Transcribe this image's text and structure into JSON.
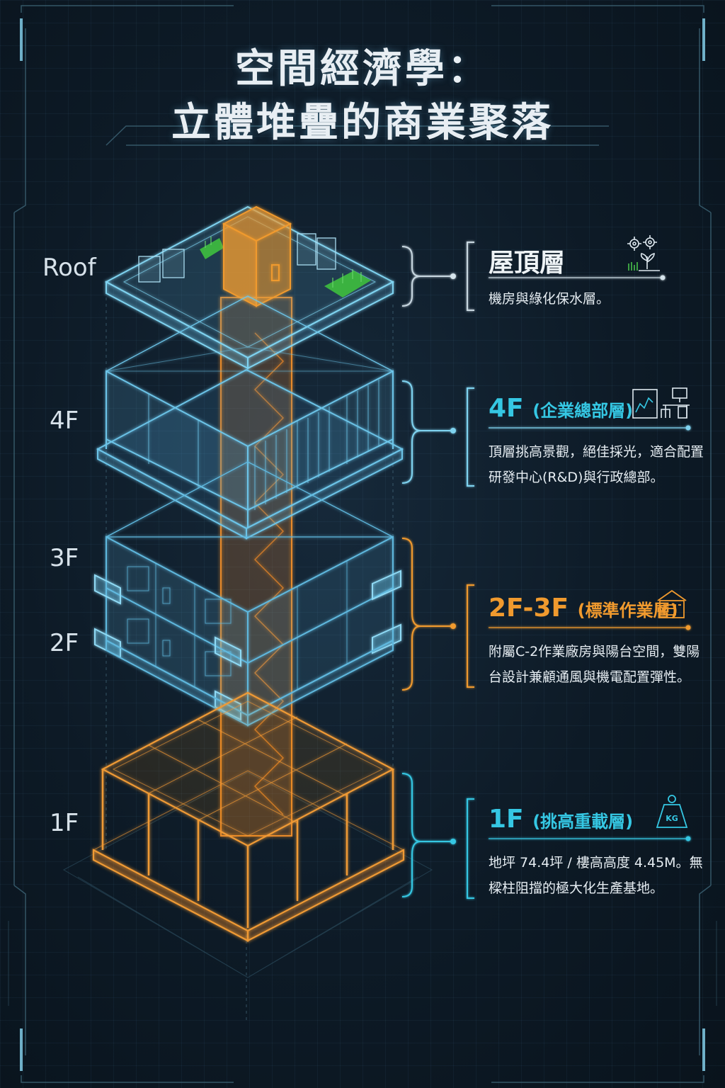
{
  "title": {
    "line1": "空間經濟學：",
    "line2": "立體堆疊的商業聚落"
  },
  "floor_labels": {
    "roof": "Roof",
    "f4": "4F",
    "f3": "3F",
    "f2": "2F",
    "f1": "1F"
  },
  "panels": {
    "roof": {
      "title": "屋頂層",
      "desc_line1": "機房與綠化保水層。",
      "icon": "gears-plant-icon"
    },
    "f4": {
      "title_main": "4F",
      "title_sub": "(企業總部層)",
      "desc_line1": "頂層挑高景觀，絕佳採光，適合配置",
      "desc_line2": "研發中心(R&D)與行政總部。",
      "icon": "office-desk-icon"
    },
    "f23": {
      "title_main": "2F-3F",
      "title_sub": "(標準作業層)",
      "desc_line1": "附屬C-2作業廠房與陽台空間，雙陽",
      "desc_line2": "台設計兼顧通風與機電配置彈性。",
      "icon": "factory-icon"
    },
    "f1": {
      "title_main": "1F",
      "title_sub": "(挑高重載層)",
      "desc_line1": "地坪 74.4坪 / 樓高高度 4.45M。無",
      "desc_line2": "樑柱阻擋的極大化生產基地。",
      "icon": "weight-kg-icon",
      "icon_text": "KG"
    }
  },
  "colors": {
    "cyan": "#35c7e3",
    "light_blue": "#7fd3f0",
    "orange": "#f09a2e",
    "green": "#49c24a",
    "background": "#0d1a26"
  }
}
